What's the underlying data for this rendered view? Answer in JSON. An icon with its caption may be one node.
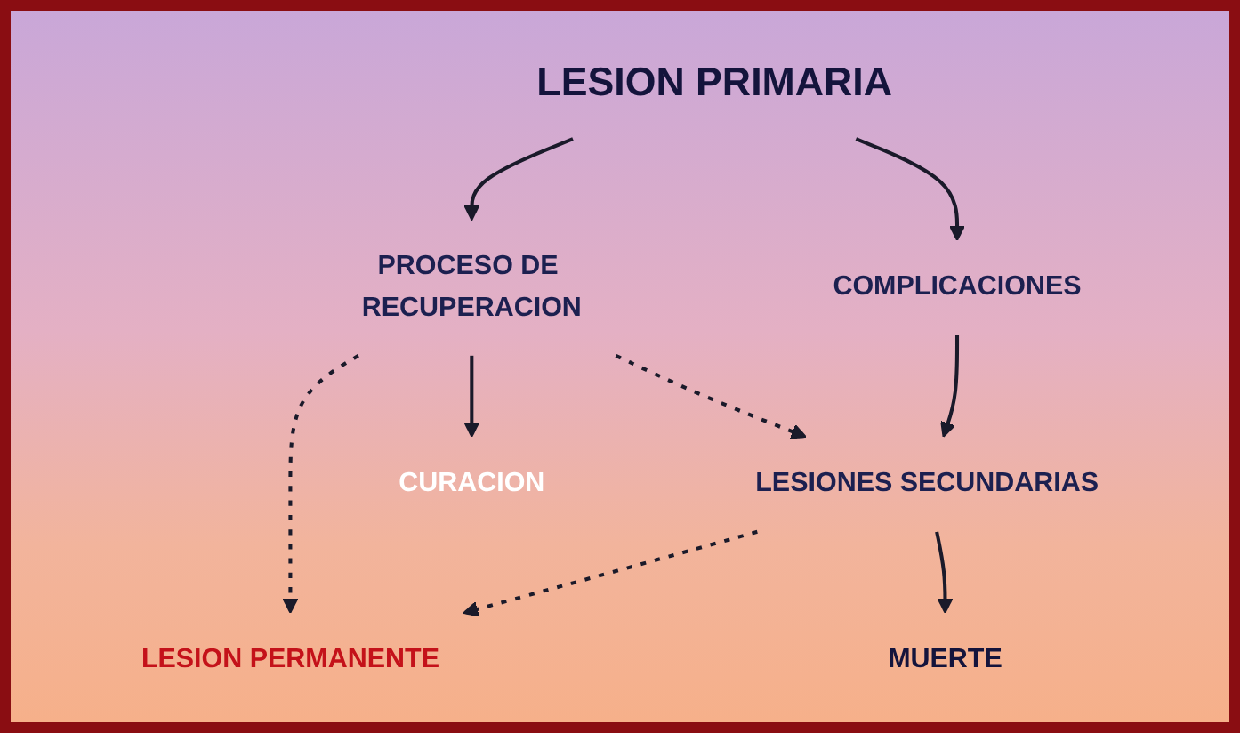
{
  "diagram": {
    "nodes": [
      {
        "text": [
          "LESION PRIMARIA"
        ]
      },
      {
        "text": [
          "PROCESO DE RECUPERACION"
        ]
      },
      {
        "text": [
          "COMPLICACIONES"
        ]
      },
      {
        "text": [
          "LESIONES SECUNDARIAS"
        ]
      },
      {
        "text": [
          "CURACION"
        ]
      },
      {
        "text": [
          "MUERTE"
        ]
      },
      {
        "text": [
          "LESION PERMANENTE"
        ]
      }
    ],
    "edges": [
      {
        "from": 0,
        "to": 1,
        "arrow": "to"
      },
      {
        "from": 0,
        "to": 2,
        "arrow": "to"
      },
      {
        "from": 1,
        "to": 4,
        "arrow": "to"
      },
      {
        "from": 1,
        "to": 3,
        "arrow": "to",
        "style": "dashed"
      },
      {
        "from": 2,
        "to": 3,
        "arrow": "to"
      },
      {
        "from": 1,
        "to": 6,
        "arrow": "to",
        "style": "dashed"
      },
      {
        "from": 3,
        "to": 6,
        "arrow": "to",
        "style": "dashed"
      },
      {
        "from": 3,
        "to": 5,
        "arrow": "to"
      }
    ]
  }
}
